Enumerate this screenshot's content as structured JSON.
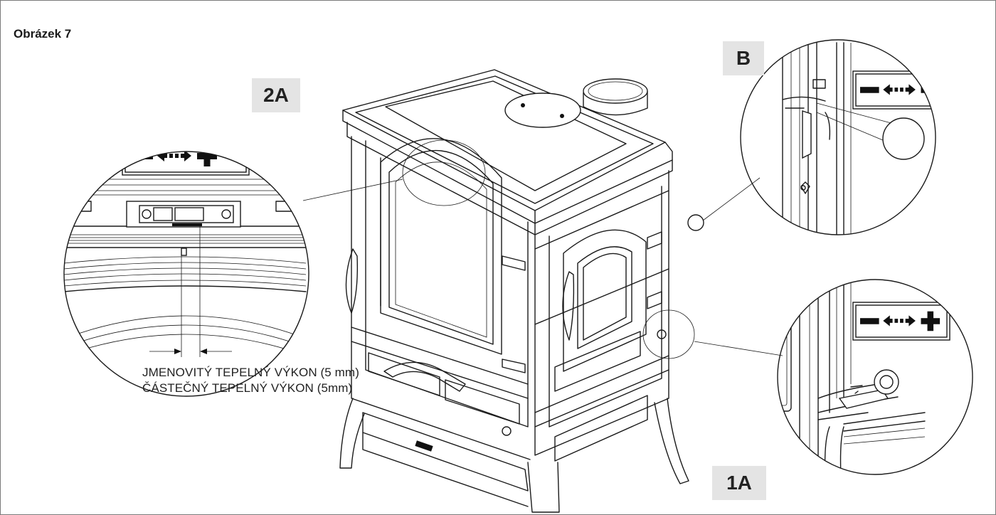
{
  "figure": {
    "title": "Obrázek 7"
  },
  "labels": {
    "detail_2a": "2A",
    "detail_b": "B",
    "detail_1a": "1A"
  },
  "notes": {
    "nominal": "JMENOVITÝ TEPELNÝ VÝKON (5 mm)",
    "partial": "ČÁSTEČNÝ TEPELNÝ VÝKON (5mm)"
  },
  "icons": {
    "adjust_scale": "minus-arrow-plus-icon",
    "stove": "wood-stove-drawing"
  },
  "colors": {
    "line": "#1a1a1a",
    "badge_bg": "#e4e4e4",
    "frame": "#7a7a7a"
  }
}
